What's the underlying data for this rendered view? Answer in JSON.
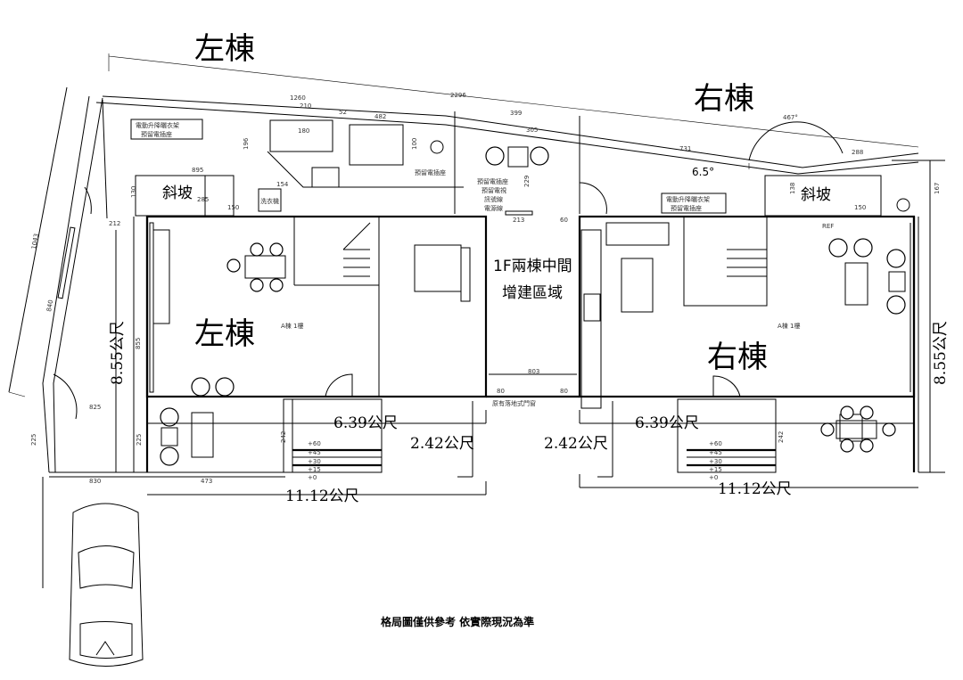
{
  "titles": {
    "left_building": "左棟",
    "right_building": "右棟"
  },
  "center_area": {
    "line1": "1F兩棟中間",
    "line2": "增建區域"
  },
  "floor_labels": {
    "left": "A棟 1樓",
    "right": "A棟 1樓"
  },
  "measurements": {
    "height_left": "8.55公尺",
    "height_right": "8.55公尺",
    "width_left_front": "6.39公尺",
    "width_right_front": "6.39公尺",
    "porch_left": "2.42公尺",
    "porch_right": "2.42公尺",
    "total_left": "11.12公尺",
    "total_right": "11.12公尺",
    "angle": "6.5°"
  },
  "ramps": {
    "left": "斜坡",
    "right": "斜坡"
  },
  "annotations": {
    "clothes_rack_left_1": "電動升降曬衣架",
    "clothes_rack_left_2": "預留電插座",
    "clothes_rack_right_1": "電動升降曬衣架",
    "clothes_rack_right_2": "預留電插座",
    "washer": "洗衣機",
    "outlet": "預留電插座",
    "tv_1": "預留電插座",
    "tv_2": "預留電視",
    "tv_3": "訊號線",
    "tv_4": "電源線",
    "door": "原有落地式門窗",
    "ref": "REF"
  },
  "steps_left": [
    "+60",
    "+45",
    "+30",
    "+15",
    "+0"
  ],
  "steps_right": [
    "+60",
    "+45",
    "+30",
    "+15",
    "+0"
  ],
  "dims": {
    "d1260": "1260",
    "d2296": "2296",
    "d210": "210",
    "d52": "52",
    "d482": "482",
    "d180": "180",
    "d399": "399",
    "d305": "305",
    "d731": "731",
    "d467": "467°",
    "d288": "288",
    "d895": "895",
    "d285": "285",
    "d150a": "150",
    "d154": "154",
    "d130": "130",
    "d212": "212",
    "d1043": "1043",
    "d840": "840",
    "d855": "855",
    "d825": "825",
    "d225a": "225",
    "d225b": "225",
    "d830": "830",
    "d473": "473",
    "d242a": "242",
    "d242b": "242",
    "d803": "803",
    "d80a": "80",
    "d80b": "80",
    "d213": "213",
    "d60": "60",
    "d138": "138",
    "d150b": "150",
    "d167": "167",
    "d229": "229",
    "d196": "196",
    "d100": "100"
  },
  "footer": "格局圖僅供參考 依實際現況為準"
}
